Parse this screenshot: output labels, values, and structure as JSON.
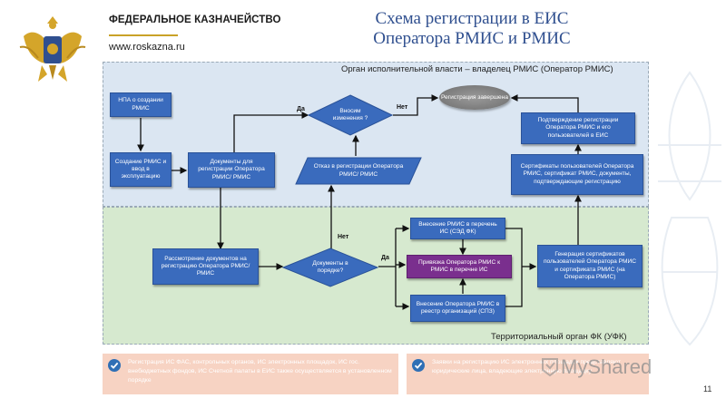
{
  "header": {
    "org_name": "ФЕДЕРАЛЬНОЕ КАЗНАЧЕЙСТВО",
    "site": "www.roskazna.ru",
    "title_line1": "Схема регистрации в ЕИС",
    "title_line2": "Оператора РМИС и РМИС"
  },
  "zones": {
    "top_label": "Орган исполнительной власти – владелец РМИС (Оператор РМИС)",
    "bottom_label": "Территориальный орган ФК (УФК)"
  },
  "nodes": {
    "npa": "НПА о создании РМИС",
    "create": "Создание РМИС и ввод в эксплуатацию",
    "docs": "Документы для регистрации Оператора РМИС/ РМИС",
    "changes": "Вносим изменения ?",
    "refusal": "Отказ в регистрации Оператора РМИС/ РМИС",
    "reg_done": "Регистрация завершена",
    "confirm": "Подтверждение регистрации Оператора РМИС и его пользователей в ЕИС",
    "certs": "Сертификаты пользователей Оператора РМИС, сертификат РМИС, документы, подтверждающие регистрацию",
    "review": "Рассмотрение документов на регистрацию Оператора РМИС/ РМИС",
    "in_order": "Документы в порядке?",
    "add_list": "Внесение РМИС в перечень ИС (СЭД ФК)",
    "bind": "Привязка Оператора РМИС к РМИС в перечне ИС",
    "add_registry": "Внесение Оператора РМИС в реестр организаций (СПЗ)",
    "gen_certs": "Генерация сертификатов пользователей Оператора РМИС и сертификата РМИС (на Оператора РМИС)"
  },
  "labels": {
    "yes_changes": "Да",
    "no_changes": "Нет",
    "no_order": "Нет",
    "yes_order": "Да"
  },
  "notes": {
    "left": "Регистрация ИС ФАС, контрольных органов, ИС электронных площадок, ИС гос. внебюджетных фондов, ИС Счетной палаты в ЕИС также осуществляется в установленном порядке",
    "right": "Заявки на регистрацию ИС электронных площадок представляют юридические лица, владеющие электронную площадку"
  },
  "watermark": "MyShared",
  "page_number": "11",
  "colors": {
    "box": "#3a6bbd",
    "bind_box": "#7a2f8e",
    "top_zone": "#dbe6f2",
    "bottom_zone": "#d6e9cf",
    "note": "#f7d3c3"
  }
}
